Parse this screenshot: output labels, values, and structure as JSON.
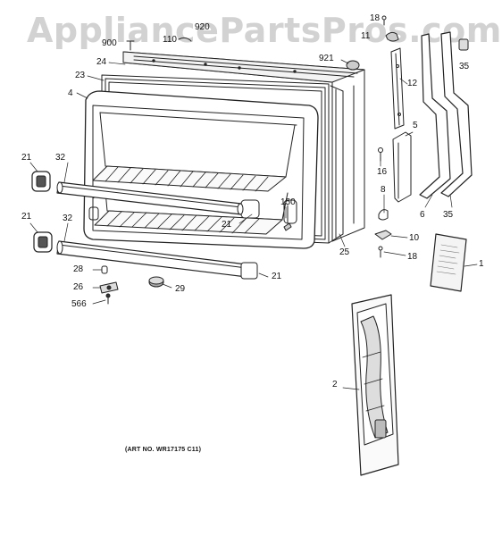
{
  "watermark": "AppliancePartsPros.com",
  "art_number": "(ART NO. WR17175 C11)",
  "callouts": {
    "c18a": "18",
    "c920": "920",
    "c900": "900",
    "c110": "110",
    "c11": "11",
    "c24": "24",
    "c921": "921",
    "c35a": "35",
    "c23": "23",
    "c12": "12",
    "c4": "4",
    "c5": "5",
    "c21a": "21",
    "c32a": "32",
    "c16": "16",
    "c8": "8",
    "c150": "150",
    "c21b": "21",
    "c32b": "32",
    "c21c": "21",
    "c6": "6",
    "c35b": "35",
    "c10": "10",
    "c25": "25",
    "c18b": "18",
    "c1": "1",
    "c28": "28",
    "c21d": "21",
    "c26": "26",
    "c29": "29",
    "c566": "566",
    "c2": "2"
  }
}
